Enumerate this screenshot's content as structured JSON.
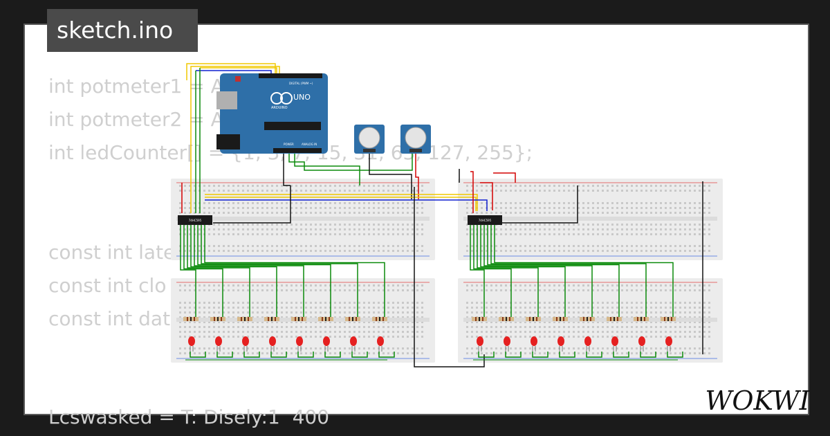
{
  "title": "sketch.ino",
  "brand": "WOKWI",
  "code_lines": [
    "int potmeter1 = A",
    "int potmeter2 = A",
    "int ledCounter[] = {1, 3, 7, 15, 31, 63, 127, 255};",
    "",
    "const int late",
    "const int clo",
    "const int dat",
    "",
    "Lcswasked = T: Disely:1  400"
  ],
  "board": {
    "name": "UNO",
    "maker": "ARDUINO",
    "digital_label": "DIGITAL (PWM ~)",
    "power_label": "POWER",
    "analog_label": "ANALOG IN"
  },
  "shift_register_label": "74HC595",
  "led_count_per_bank": 8,
  "colors": {
    "background": "#1b1b1b",
    "card": "#ffffff",
    "code": "#cfcfcf",
    "board": "#2e6fa8",
    "wire_green": "#0a8a0a",
    "wire_red": "#d40000",
    "wire_yellow": "#f0c800",
    "wire_blue": "#1020d0",
    "led": "#e52020"
  }
}
